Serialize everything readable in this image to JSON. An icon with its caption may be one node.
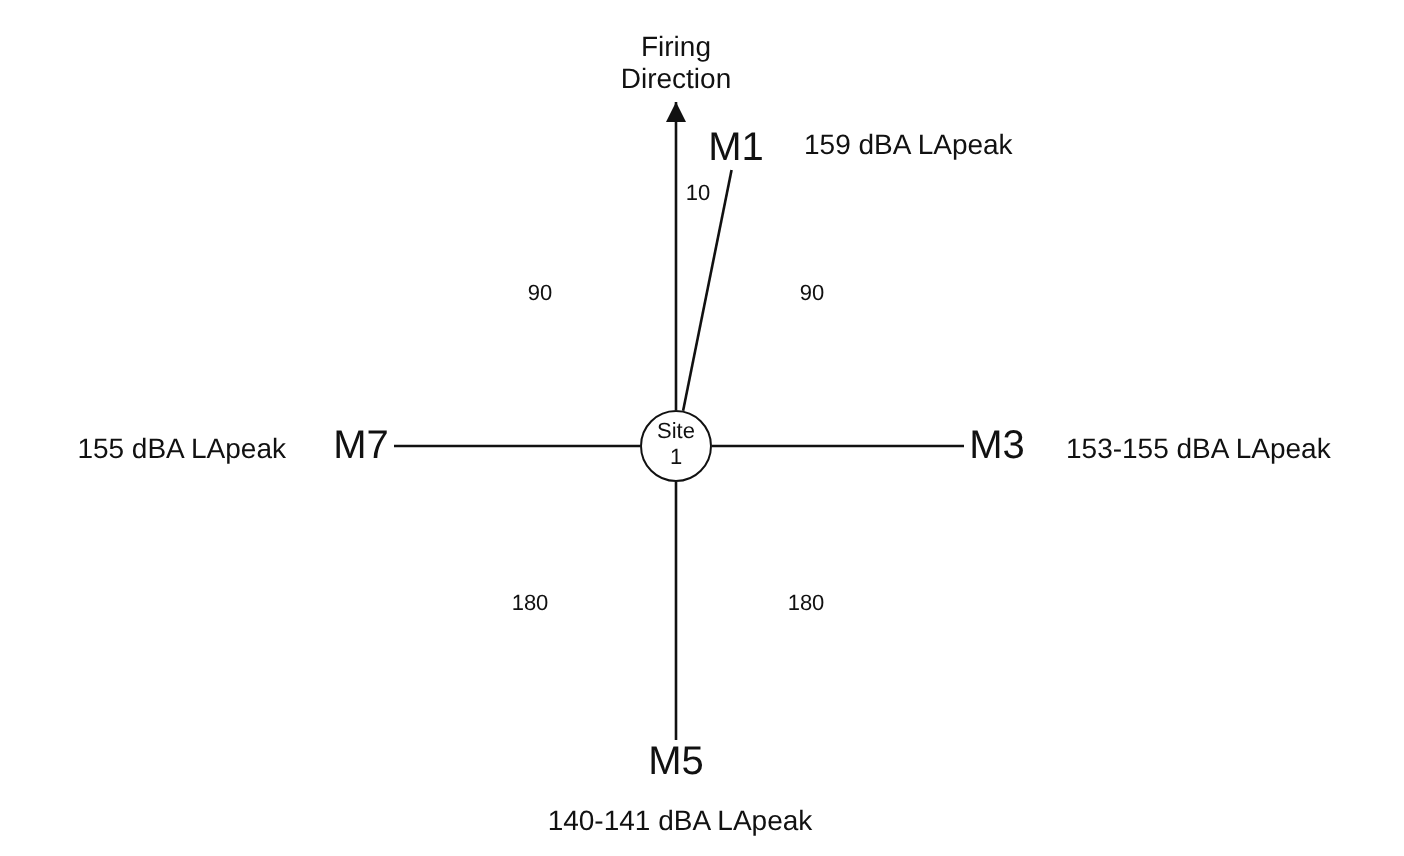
{
  "diagram": {
    "nodes": [
      {
        "text": [
          "Site 1"
        ]
      },
      {
        "text": [
          "M1"
        ],
        "beside": [
          "159 dBA LApeak"
        ]
      },
      {
        "text": [
          "M3"
        ],
        "beside": [
          "153-155 dBA LApeak"
        ]
      },
      {
        "text": [
          "M5"
        ],
        "beside": [
          "140-141 dBA LApeak"
        ]
      },
      {
        "text": [
          "M7"
        ],
        "beside": [
          "155 dBA LApeak"
        ]
      },
      {
        "text": [
          "Firing Direction"
        ]
      }
    ],
    "edges": [
      {
        "from": 0,
        "to": 5,
        "arrow": "to"
      },
      {
        "from": 0,
        "to": 1,
        "arrow": "none"
      },
      {
        "from": 0,
        "to": 2,
        "arrow": "none"
      },
      {
        "from": 0,
        "to": 3,
        "arrow": "none"
      },
      {
        "from": 0,
        "to": 4,
        "arrow": "none"
      }
    ],
    "labels": [
      "10",
      "90",
      "90",
      "180",
      "180"
    ]
  }
}
